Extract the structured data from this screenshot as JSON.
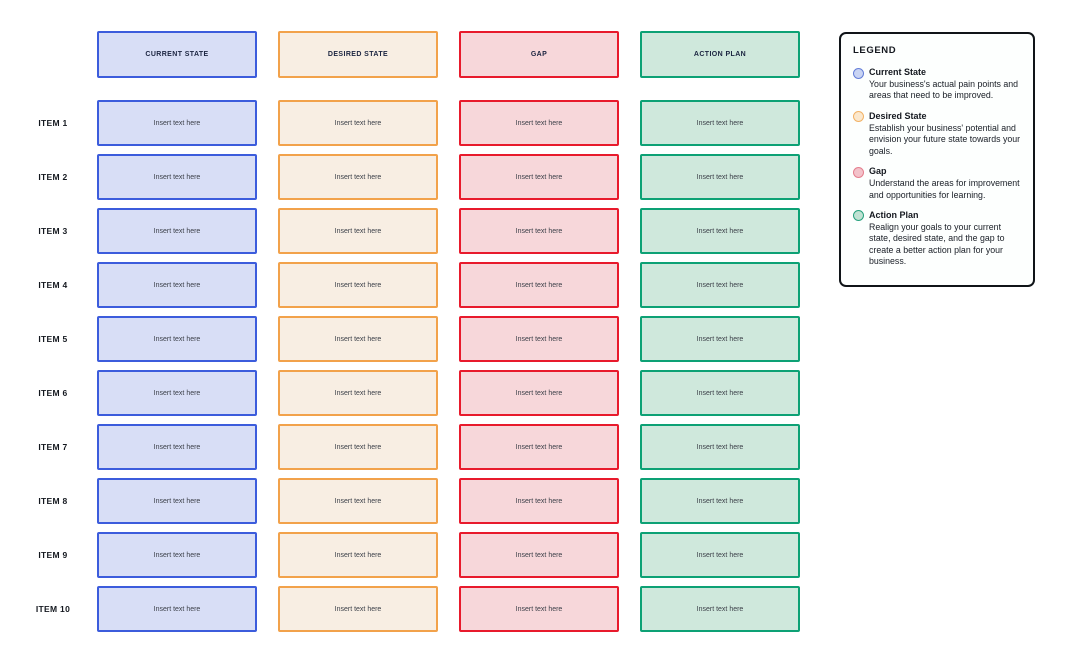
{
  "board": {
    "columns": [
      {
        "id": "current-state",
        "label": "CURRENT STATE",
        "border_color": "#3c5cdc",
        "fill_color": "#d8def6"
      },
      {
        "id": "desired-state",
        "label": "DESIRED STATE",
        "border_color": "#f2a24b",
        "fill_color": "#f8eee3"
      },
      {
        "id": "gap",
        "label": "GAP",
        "border_color": "#e81a2c",
        "fill_color": "#f7d7da"
      },
      {
        "id": "action-plan",
        "label": "ACTION PLAN",
        "border_color": "#0da175",
        "fill_color": "#cfe8dc"
      }
    ],
    "cell_placeholder": "Insert text here",
    "rows": [
      {
        "label": "ITEM 1",
        "cells": [
          "Insert text here",
          "Insert text here",
          "Insert text here",
          "Insert text here"
        ]
      },
      {
        "label": "ITEM 2",
        "cells": [
          "Insert text here",
          "Insert text here",
          "Insert text here",
          "Insert text here"
        ]
      },
      {
        "label": "ITEM 3",
        "cells": [
          "Insert text here",
          "Insert text here",
          "Insert text here",
          "Insert text here"
        ]
      },
      {
        "label": "ITEM 4",
        "cells": [
          "Insert text here",
          "Insert text here",
          "Insert text here",
          "Insert text here"
        ]
      },
      {
        "label": "ITEM 5",
        "cells": [
          "Insert text here",
          "Insert text here",
          "Insert text here",
          "Insert text here"
        ]
      },
      {
        "label": "ITEM 6",
        "cells": [
          "Insert text here",
          "Insert text here",
          "Insert text here",
          "Insert text here"
        ]
      },
      {
        "label": "ITEM 7",
        "cells": [
          "Insert text here",
          "Insert text here",
          "Insert text here",
          "Insert text here"
        ]
      },
      {
        "label": "ITEM 8",
        "cells": [
          "Insert text here",
          "Insert text here",
          "Insert text here",
          "Insert text here"
        ]
      },
      {
        "label": "ITEM 9",
        "cells": [
          "Insert text here",
          "Insert text here",
          "Insert text here",
          "Insert text here"
        ]
      },
      {
        "label": "ITEM 10",
        "cells": [
          "Insert text here",
          "Insert text here",
          "Insert text here",
          "Insert text here"
        ]
      }
    ]
  },
  "legend": {
    "title": "LEGEND",
    "items": [
      {
        "id": "current-state",
        "name": "Current State",
        "description": "Your business's actual pain points and areas that need to be improved.",
        "dot_fill": "#c9d4f3",
        "dot_border": "#647ed8"
      },
      {
        "id": "desired-state",
        "name": "Desired State",
        "description": "Establish your business' potential and envision your future state towards your goals.",
        "dot_fill": "#fbe8cd",
        "dot_border": "#f2b266"
      },
      {
        "id": "gap",
        "name": "Gap",
        "description": "Understand the areas for improvement and opportunities for learning.",
        "dot_fill": "#f3c2ca",
        "dot_border": "#e57f8e"
      },
      {
        "id": "action-plan",
        "name": "Action Plan",
        "description": "Realign your goals to your  current state, desired state, and the gap to create a better action plan for your business.",
        "dot_fill": "#c0e2d3",
        "dot_border": "#27a17d"
      }
    ]
  }
}
